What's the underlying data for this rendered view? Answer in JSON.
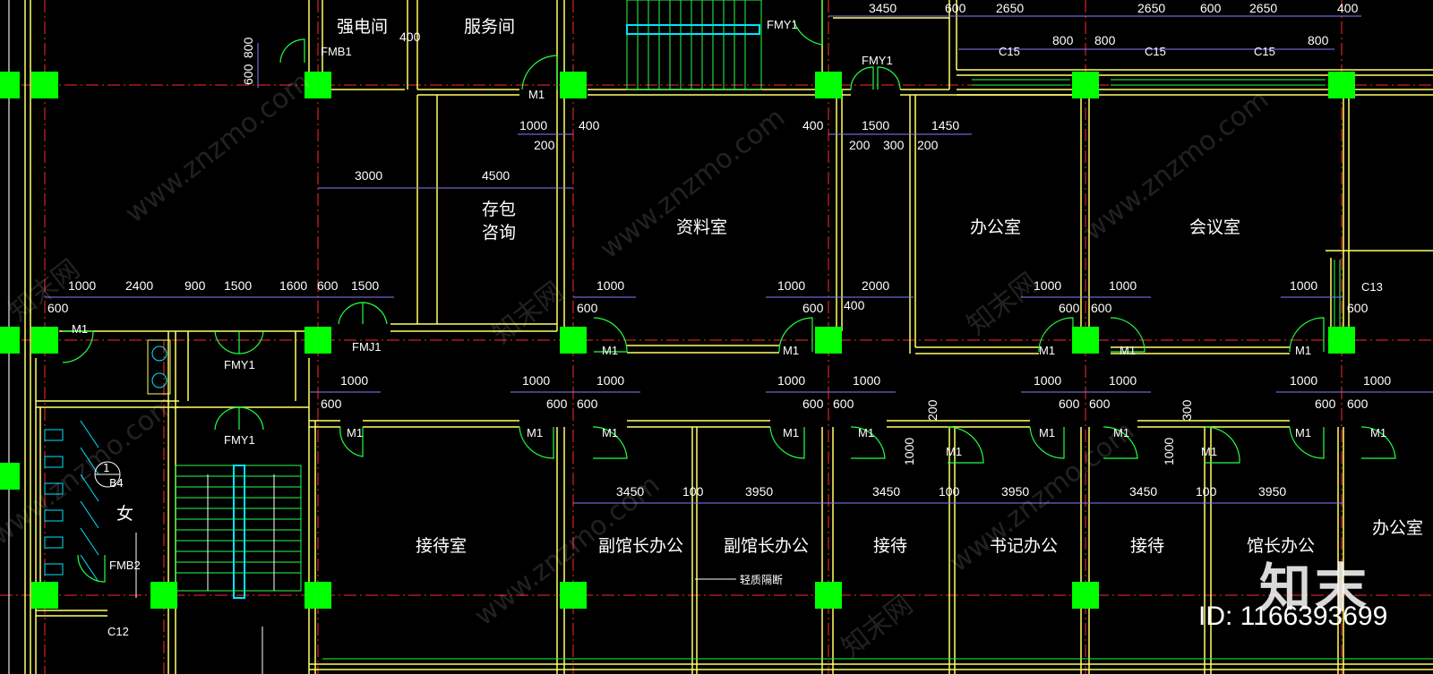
{
  "colors": {
    "background": "#000000",
    "column": "#00ff00",
    "wall": "#ffff66",
    "axis": "#ff2a2a",
    "dimension": "#8a7dff",
    "door": "#22ff44",
    "text": "#ffffff",
    "cyan": "#00e5ff"
  },
  "rooms": [
    {
      "id": "qiangdianjian",
      "label": "强电间"
    },
    {
      "id": "fuwujian",
      "label": "服务间"
    },
    {
      "id": "cunbao",
      "label": "存包"
    },
    {
      "id": "zixun",
      "label": "咨询"
    },
    {
      "id": "ziliaoshi",
      "label": "资料室"
    },
    {
      "id": "bangongshi",
      "label": "办公室"
    },
    {
      "id": "huiyishi",
      "label": "会议室"
    },
    {
      "id": "jiedaishi",
      "label": "接待室"
    },
    {
      "id": "fuguanzhang1",
      "label": "副馆长办公"
    },
    {
      "id": "fuguanzhang2",
      "label": "副馆长办公"
    },
    {
      "id": "jiedai1",
      "label": "接待"
    },
    {
      "id": "shuji",
      "label": "书记办公"
    },
    {
      "id": "jiedai2",
      "label": "接待"
    },
    {
      "id": "guanzhang",
      "label": "馆长办公"
    },
    {
      "id": "bangong2",
      "label": "办公室"
    },
    {
      "id": "nv",
      "label": "女"
    }
  ],
  "tags": [
    {
      "id": "fmb1",
      "label": "FMB1"
    },
    {
      "id": "fmy1a",
      "label": "FMY1"
    },
    {
      "id": "fmy1b",
      "label": "FMY1"
    },
    {
      "id": "fmy1c",
      "label": "FMY1"
    },
    {
      "id": "fmy1d",
      "label": "FMY1"
    },
    {
      "id": "fmj1",
      "label": "FMJ1"
    },
    {
      "id": "fmb2",
      "label": "FMB2"
    },
    {
      "id": "c15a",
      "label": "C15"
    },
    {
      "id": "c15b",
      "label": "C15"
    },
    {
      "id": "c15c",
      "label": "C15"
    },
    {
      "id": "c13",
      "label": "C13"
    },
    {
      "id": "c12",
      "label": "C12"
    },
    {
      "id": "m1a",
      "label": "M1"
    },
    {
      "id": "m1b",
      "label": "M1"
    },
    {
      "id": "m1c",
      "label": "M1"
    },
    {
      "id": "m1d",
      "label": "M1"
    },
    {
      "id": "m1e",
      "label": "M1"
    },
    {
      "id": "m1f",
      "label": "M1"
    },
    {
      "id": "m1g",
      "label": "M1"
    },
    {
      "id": "m1h",
      "label": "M1"
    },
    {
      "id": "m1i",
      "label": "M1"
    },
    {
      "id": "m1j",
      "label": "M1"
    },
    {
      "id": "m1k",
      "label": "M1"
    },
    {
      "id": "m1l",
      "label": "M1"
    },
    {
      "id": "m1m",
      "label": "M1"
    },
    {
      "id": "m1n",
      "label": "M1"
    },
    {
      "id": "m1o",
      "label": "M1"
    },
    {
      "id": "m1p",
      "label": "M1"
    },
    {
      "id": "m1q",
      "label": "M1"
    },
    {
      "id": "m1r",
      "label": "M1"
    },
    {
      "id": "m1s",
      "label": "M1"
    },
    {
      "id": "m1t",
      "label": "M1"
    }
  ],
  "dimensions": [
    {
      "id": "d_top1",
      "text": "3450"
    },
    {
      "id": "d_top2",
      "text": "600"
    },
    {
      "id": "d_top3",
      "text": "2650"
    },
    {
      "id": "d_top4",
      "text": "2650"
    },
    {
      "id": "d_top5",
      "text": "600"
    },
    {
      "id": "d_top6",
      "text": "2650"
    },
    {
      "id": "d_top7",
      "text": "400"
    },
    {
      "id": "d_800a",
      "text": "800"
    },
    {
      "id": "d_800b",
      "text": "800"
    },
    {
      "id": "d_800c",
      "text": "800"
    },
    {
      "id": "d_v800",
      "text": "800"
    },
    {
      "id": "d_v600",
      "text": "600"
    },
    {
      "id": "d_400a",
      "text": "400"
    },
    {
      "id": "d_1000a",
      "text": "1000"
    },
    {
      "id": "d_400b",
      "text": "400"
    },
    {
      "id": "d_200a",
      "text": "200"
    },
    {
      "id": "d_400c",
      "text": "400"
    },
    {
      "id": "d_1500a",
      "text": "1500"
    },
    {
      "id": "d_1450",
      "text": "1450"
    },
    {
      "id": "d_200b",
      "text": "200"
    },
    {
      "id": "d_300",
      "text": "300"
    },
    {
      "id": "d_200c",
      "text": "200"
    },
    {
      "id": "d_3000",
      "text": "3000"
    },
    {
      "id": "d_4500",
      "text": "4500"
    },
    {
      "id": "d_r1_1000",
      "text": "1000"
    },
    {
      "id": "d_r1_2400",
      "text": "2400"
    },
    {
      "id": "d_r1_900",
      "text": "900"
    },
    {
      "id": "d_r1_1500",
      "text": "1500"
    },
    {
      "id": "d_r1_1600",
      "text": "1600"
    },
    {
      "id": "d_r1_600",
      "text": "600"
    },
    {
      "id": "d_r1_1500b",
      "text": "1500"
    },
    {
      "id": "d_r1_600b",
      "text": "600"
    },
    {
      "id": "d_r1_1000c",
      "text": "1000"
    },
    {
      "id": "d_r1_600c",
      "text": "600"
    },
    {
      "id": "d_r1_1000d",
      "text": "1000"
    },
    {
      "id": "d_r1_600d",
      "text": "600"
    },
    {
      "id": "d_r1_400",
      "text": "400"
    },
    {
      "id": "d_r1_2000",
      "text": "2000"
    },
    {
      "id": "d_r1_1000e",
      "text": "1000"
    },
    {
      "id": "d_r1_600e",
      "text": "600"
    },
    {
      "id": "d_r1_1000f",
      "text": "1000"
    },
    {
      "id": "d_r1_600f",
      "text": "600"
    },
    {
      "id": "d_r1_1000g",
      "text": "1000"
    },
    {
      "id": "d_r1_600g",
      "text": "600"
    },
    {
      "id": "d_r2_1000a",
      "text": "1000"
    },
    {
      "id": "d_r2_600a",
      "text": "600"
    },
    {
      "id": "d_r2_1000b",
      "text": "1000"
    },
    {
      "id": "d_r2_600b",
      "text": "600"
    },
    {
      "id": "d_r2_1000c",
      "text": "1000"
    },
    {
      "id": "d_r2_600c",
      "text": "600"
    },
    {
      "id": "d_r2_1000d",
      "text": "1000"
    },
    {
      "id": "d_r2_600d",
      "text": "600"
    },
    {
      "id": "d_r2_1000e",
      "text": "1000"
    },
    {
      "id": "d_r2_600e",
      "text": "600"
    },
    {
      "id": "d_r2_1000f",
      "text": "1000"
    },
    {
      "id": "d_r2_600f",
      "text": "600"
    },
    {
      "id": "d_r2_1000g",
      "text": "1000"
    },
    {
      "id": "d_r2_600g",
      "text": "600"
    },
    {
      "id": "d_r2_1000h",
      "text": "1000"
    },
    {
      "id": "d_r2_600h",
      "text": "600"
    },
    {
      "id": "d_r2_1000i",
      "text": "1000"
    },
    {
      "id": "d_r2_600i",
      "text": "600"
    },
    {
      "id": "d_v1000a",
      "text": "1000"
    },
    {
      "id": "d_v200a",
      "text": "200"
    },
    {
      "id": "d_v1000b",
      "text": "1000"
    },
    {
      "id": "d_v300",
      "text": "300"
    },
    {
      "id": "d_r3_3450a",
      "text": "3450"
    },
    {
      "id": "d_r3_100a",
      "text": "100"
    },
    {
      "id": "d_r3_3950a",
      "text": "3950"
    },
    {
      "id": "d_r3_3450b",
      "text": "3450"
    },
    {
      "id": "d_r3_100b",
      "text": "100"
    },
    {
      "id": "d_r3_3950b",
      "text": "3950"
    },
    {
      "id": "d_r3_3450c",
      "text": "3450"
    },
    {
      "id": "d_r3_100c",
      "text": "100"
    },
    {
      "id": "d_r3_3950c",
      "text": "3950"
    }
  ],
  "notes": {
    "partition": "轻质隔断",
    "stair_symbol_top": "1",
    "stair_symbol_bottom": "B4"
  },
  "watermark": {
    "site": "www.znzmo.com",
    "brand_cn": "知末网",
    "logo": "知末",
    "id_text": "ID: 1166393699"
  }
}
